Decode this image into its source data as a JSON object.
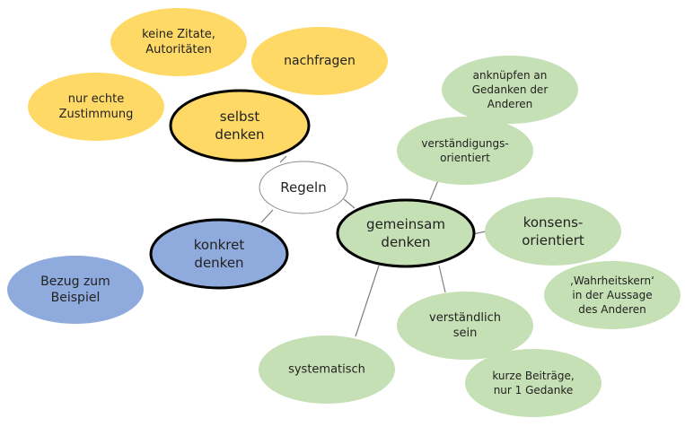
{
  "diagram": {
    "center": {
      "id": "center",
      "lines": [
        "Regeln"
      ],
      "fill": "#ffffff",
      "stroke": "#8c8c8c"
    },
    "main_nodes": [
      {
        "id": "selbst-denken",
        "lines": [
          "selbst",
          "denken"
        ],
        "fill": "#ffd966",
        "stroke": "#000000"
      },
      {
        "id": "konkret-denken",
        "lines": [
          "konkret",
          "denken"
        ],
        "fill": "#8faadc",
        "stroke": "#000000"
      },
      {
        "id": "gemeinsam-denken",
        "lines": [
          "gemeinsam",
          "denken"
        ],
        "fill": "#c5e0b4",
        "stroke": "#000000"
      }
    ],
    "leaf_nodes": [
      {
        "id": "keine-zitate",
        "group": "selbst-denken",
        "lines": [
          "keine Zitate,",
          "Autoritäten"
        ],
        "fill": "#ffd966"
      },
      {
        "id": "nachfragen",
        "group": "selbst-denken",
        "lines": [
          "nachfragen"
        ],
        "fill": "#ffd966"
      },
      {
        "id": "nur-echte-zustimmung",
        "group": "selbst-denken",
        "lines": [
          "nur echte",
          "Zustimmung"
        ],
        "fill": "#ffd966"
      },
      {
        "id": "bezug-zum-beispiel",
        "group": "konkret-denken",
        "lines": [
          "Bezug zum",
          "Beispiel"
        ],
        "fill": "#8faadc"
      },
      {
        "id": "anknuepfen",
        "group": "gemeinsam-denken",
        "lines": [
          "anknüpfen an",
          "Gedanken der",
          "Anderen"
        ],
        "fill": "#c5e0b4"
      },
      {
        "id": "verstaendigungsorientiert",
        "group": "gemeinsam-denken",
        "lines": [
          "verständigungs-",
          "orientiert"
        ],
        "fill": "#c5e0b4"
      },
      {
        "id": "konsensorientiert",
        "group": "gemeinsam-denken",
        "lines": [
          "konsens-",
          "orientiert"
        ],
        "fill": "#c5e0b4"
      },
      {
        "id": "wahrheitskern",
        "group": "gemeinsam-denken",
        "lines": [
          "‚Wahrheitskern‘",
          "in der Aussage",
          "des Anderen"
        ],
        "fill": "#c5e0b4"
      },
      {
        "id": "verstaendlich-sein",
        "group": "gemeinsam-denken",
        "lines": [
          "verständlich",
          "sein"
        ],
        "fill": "#c5e0b4"
      },
      {
        "id": "kurze-beitraege",
        "group": "gemeinsam-denken",
        "lines": [
          "kurze Beiträge,",
          "nur 1 Gedanke"
        ],
        "fill": "#c5e0b4"
      },
      {
        "id": "systematisch",
        "group": "gemeinsam-denken",
        "lines": [
          "systematisch"
        ],
        "fill": "#c5e0b4"
      }
    ],
    "connector_color": "#7f7f7f"
  }
}
